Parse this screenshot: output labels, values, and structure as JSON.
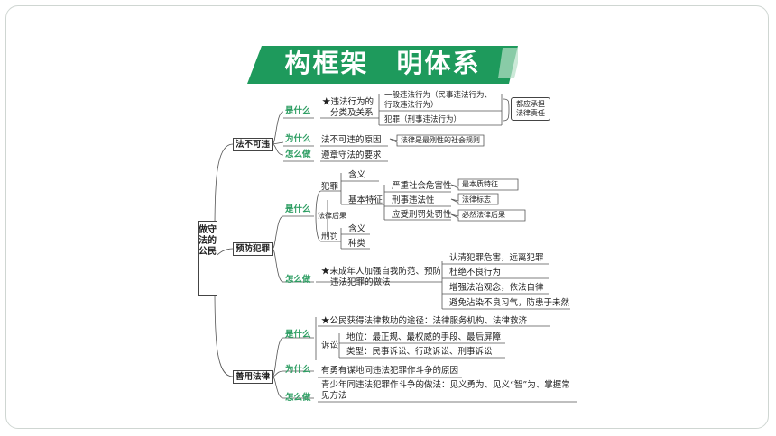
{
  "banner": {
    "title": "构框架　明体系",
    "color": "#1e9a5c"
  },
  "root": {
    "label": "做守法的公民"
  },
  "s1": {
    "title": "法不可违",
    "what": "是什么",
    "why": "为什么",
    "how": "怎么做",
    "what_line1": "★违法行为的",
    "what_line2": "分类及关系",
    "general1": "一般违法行为（民事违法行为、",
    "general2": "行政违法行为）",
    "crime": "犯罪（刑事违法行为）",
    "both1": "都应承担",
    "both2": "法律责任",
    "why_text": "法不可违的原因",
    "why_callout": "法律是最刚性的社会规则",
    "how_text": "遵章守法的要求"
  },
  "s2": {
    "title": "预防犯罪",
    "what": "是什么",
    "how": "怎么做",
    "crime": "犯罪",
    "meaning": "含义",
    "features": "基本特征",
    "f1": "严重社会危害性",
    "f1c": "最本质特征",
    "f2": "刑事违法性",
    "f2c": "法律标志",
    "f3": "应受刑罚处罚性",
    "f3c": "必然法律后果",
    "legal_result": "法律后果",
    "penalty": "刑罚",
    "p_meaning": "含义",
    "p_types": "种类",
    "how1": "★未成年人加强自我防范、预防",
    "how2": "违法犯罪的做法",
    "h1": "认清犯罪危害，远离犯罪",
    "h2": "杜绝不良行为",
    "h3": "增强法治观念，依法自律",
    "h4": "避免沾染不良习气，防患于未然"
  },
  "s3": {
    "title": "善用法律",
    "what": "是什么",
    "why": "为什么",
    "how": "怎么做",
    "what_text": "★公民获得法律救助的途径：法律服务机构、法律救济",
    "lawsuit": "诉讼",
    "status": "地位：最正规、最权威的手段、最后屏障",
    "types": "类型：民事诉讼、行政诉讼、刑事诉讼",
    "why_text": "有勇有谋地同违法犯罪作斗争的原因",
    "how1": "青少年同违法犯罪作斗争的做法：见义勇为、见义“智”为、掌握常",
    "how2": "见方法"
  }
}
